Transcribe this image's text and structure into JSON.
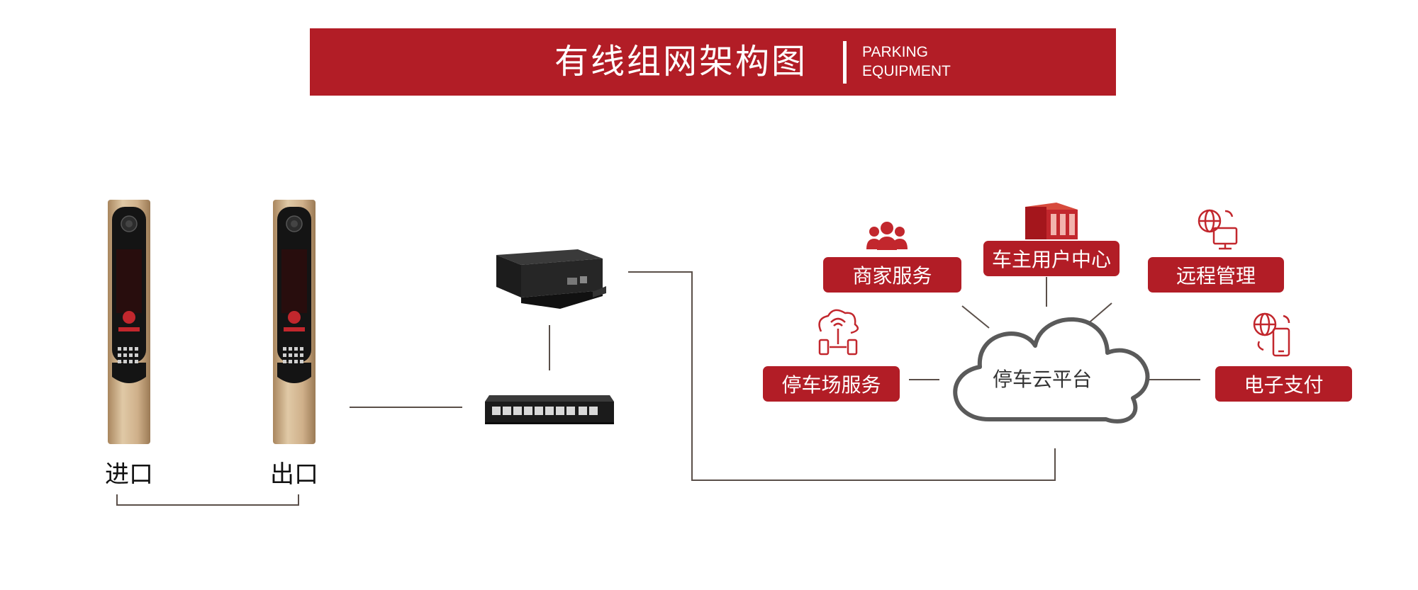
{
  "banner": {
    "title": "有线组网架构图",
    "subtitle_line1": "PARKING",
    "subtitle_line2": "EQUIPMENT"
  },
  "devices": {
    "entry_label": "进口",
    "exit_label": "出口"
  },
  "cloud": {
    "label": "停车云平台"
  },
  "services": {
    "merchant": "商家服务",
    "owner_center": "车主用户中心",
    "remote": "远程管理",
    "parking": "停车场服务",
    "payment": "电子支付"
  },
  "colors": {
    "brand_red": "#b21d26",
    "line": "#5a4f49",
    "cloud_stroke": "#5a5a5a",
    "kiosk_gold": "#c9ab85"
  }
}
